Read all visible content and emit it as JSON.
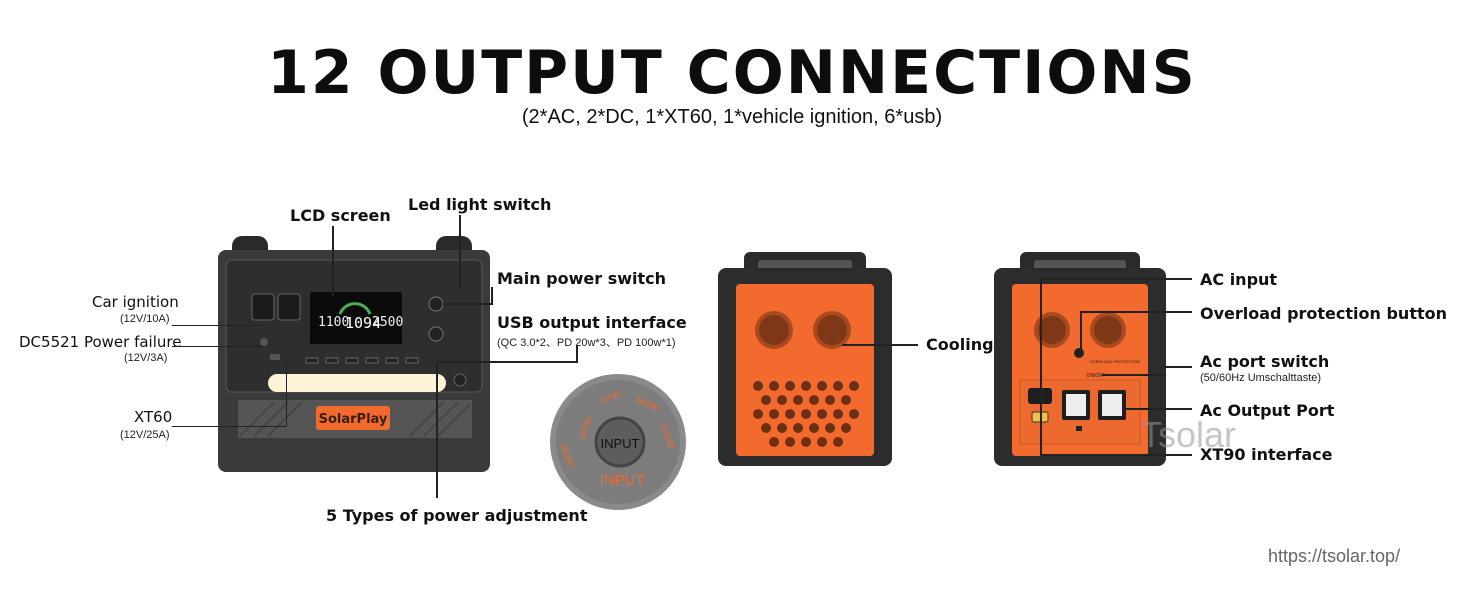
{
  "header": {
    "title": "12 OUTPUT CONNECTIONS",
    "subtitle": "(2*AC, 2*DC, 1*XT60, 1*vehicle ignition, 6*usb)"
  },
  "front_device": {
    "brand": "SolarPlay",
    "lcd": {
      "left_value": "1100",
      "center_value": "1094",
      "right_value": "2500"
    },
    "labels": {
      "lcd_screen": "LCD screen",
      "led_switch": "Led light switch",
      "main_power_switch": "Main power switch",
      "usb_output": "USB output interface",
      "usb_output_detail": "(QC 3.0*2、PD 20w*3、PD 100w*1)",
      "car_ignition": "Car ignition",
      "car_ignition_spec": "(12V/10A)",
      "dc5521": "DC5521 Power failure",
      "dc5521_spec": "(12V/3A)",
      "xt60": "XT60",
      "xt60_spec": "(12V/25A)",
      "power_adjustment": "5 Types of power adjustment"
    }
  },
  "knob": {
    "center": "INPUT",
    "bottom": "INPUT",
    "ring": [
      "500W",
      "700W",
      "900W",
      "1100W",
      "300W"
    ]
  },
  "side_device": {
    "cooling": "Cooling"
  },
  "back_device": {
    "labels": {
      "ac_input": "AC input",
      "overload": "Overload protection button",
      "ac_switch": "Ac port switch",
      "ac_switch_detail": "(50/60Hz Umschalttaste)",
      "ac_output": "Ac Output Port",
      "xt90": "XT90 interface"
    },
    "panel_text": "OVERLOAD PROTECTION",
    "onoff": "ON/OFF"
  },
  "watermark": "Tsolar",
  "url": "https://tsolar.top/",
  "colors": {
    "orange": "#f26a2e",
    "body": "#3c3c3c",
    "dark": "#222222"
  }
}
